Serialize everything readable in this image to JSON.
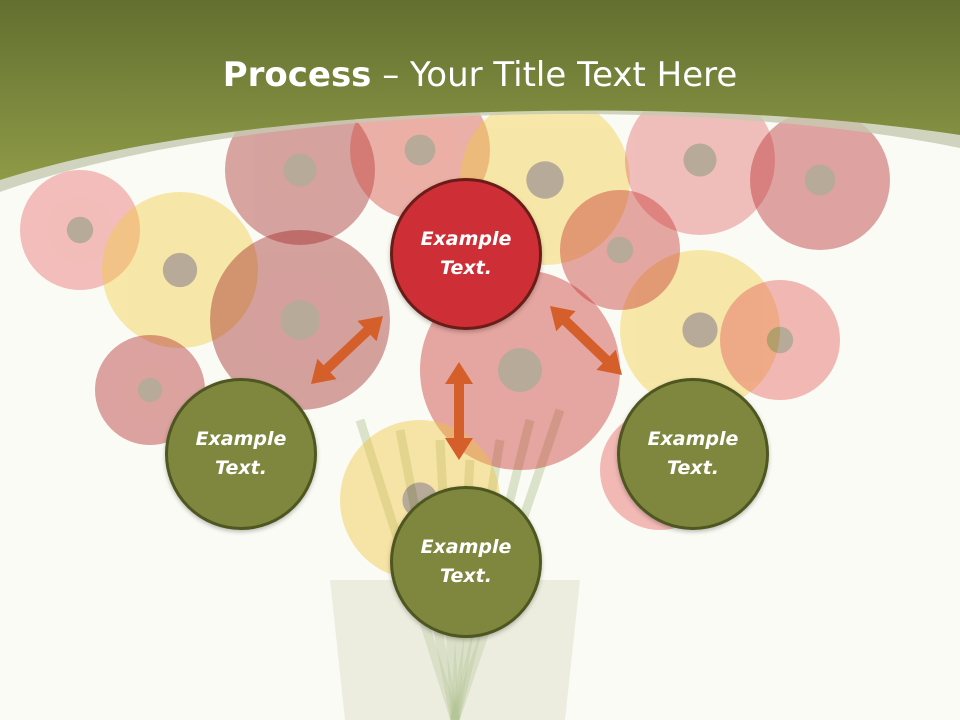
{
  "slide": {
    "title_bold": "Process",
    "title_rest": " – Your Title Text Here"
  },
  "nodes": {
    "top": "Example Text.",
    "left": "Example Text.",
    "bottom": "Example Text.",
    "right": "Example Text."
  },
  "colors": {
    "header_green": "#7a8a3a",
    "node_olive": "#7f873f",
    "node_red": "#ce2f36",
    "arrow_orange": "#d45f2a"
  },
  "icons": {
    "connector": "double-headed-arrow",
    "background": "gerbera-daisy-bouquet-photo"
  }
}
